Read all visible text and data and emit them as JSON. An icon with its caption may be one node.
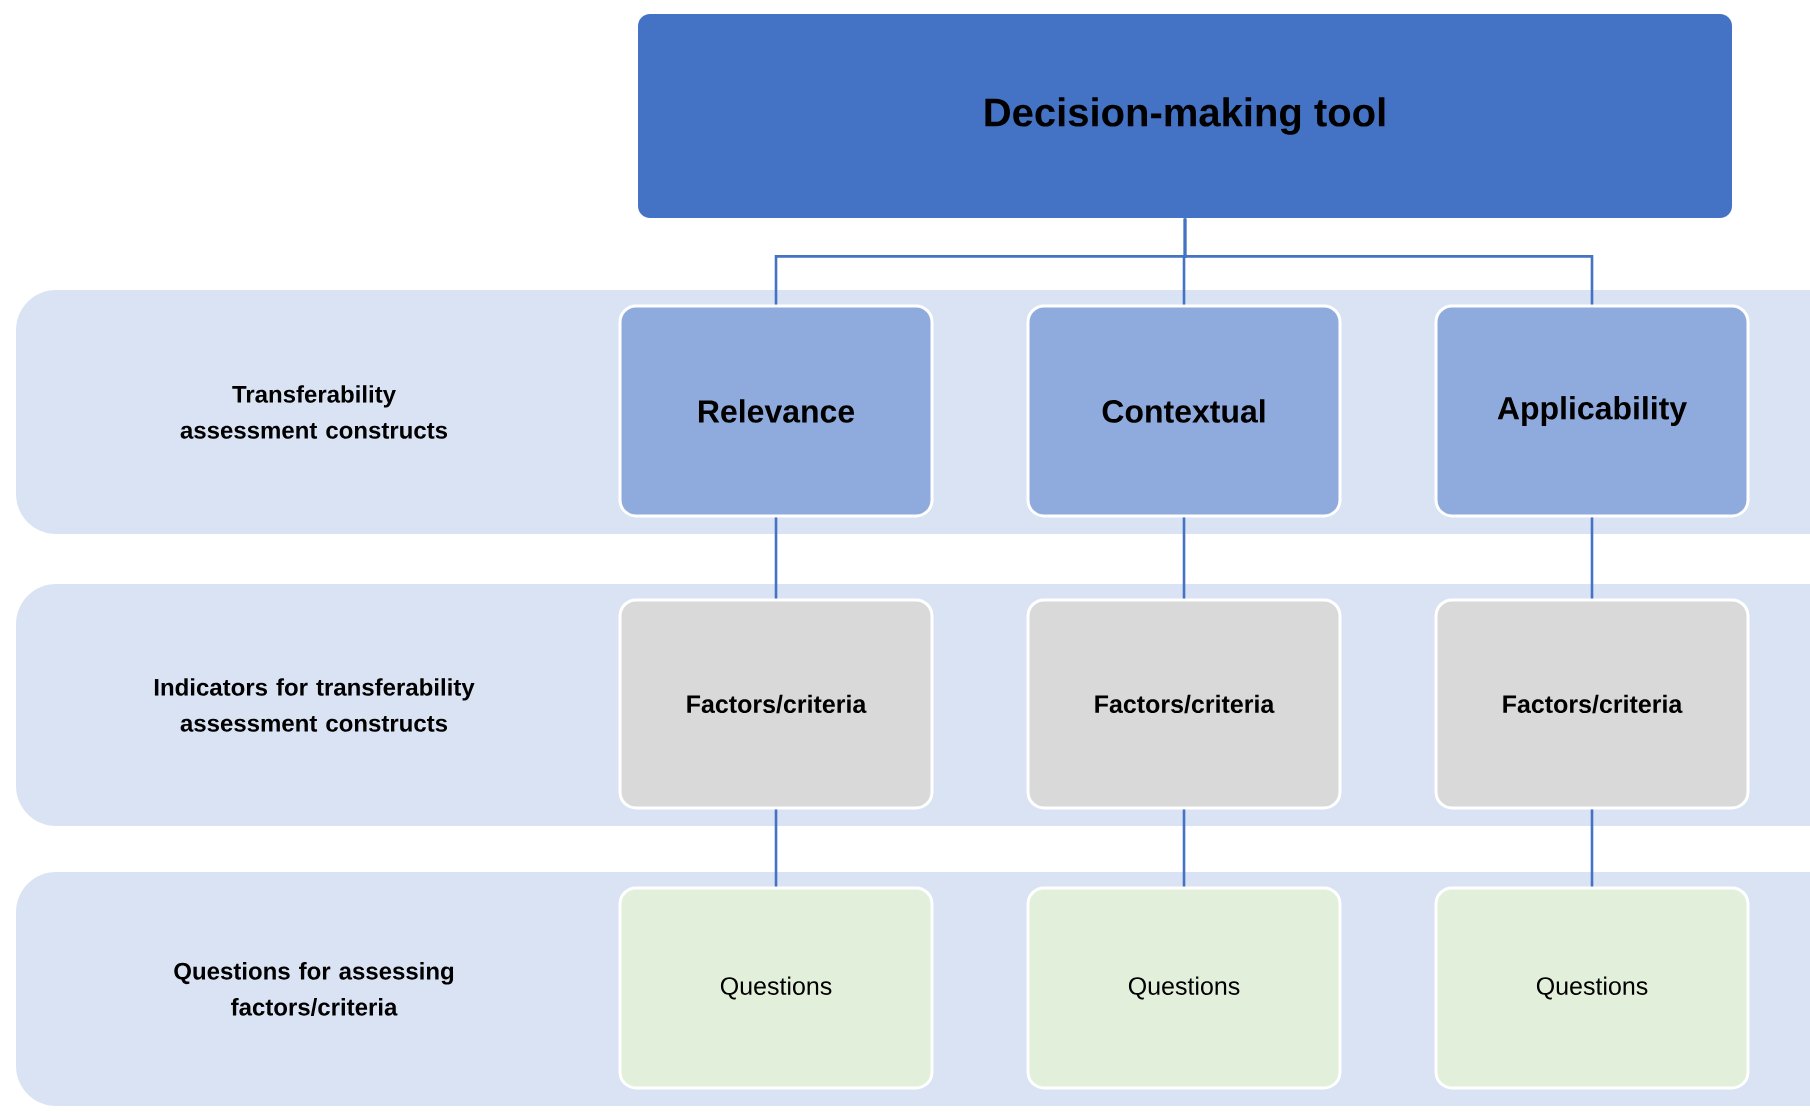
{
  "diagram": {
    "nodes": [
      {
        "text": [
          "Decision-making tool"
        ]
      },
      {
        "text": [
          "Transferability assessment constructs"
        ]
      },
      {
        "text": [
          "Relevance"
        ],
        "in": 1
      },
      {
        "text": [
          "Contextual"
        ],
        "in": 1
      },
      {
        "text": [
          "Applicability"
        ],
        "in": 1
      },
      {
        "text": [
          "Indicators for transferability assessment constructs"
        ]
      },
      {
        "text": [
          "Factors/criteria"
        ],
        "in": 5
      },
      {
        "text": [
          "Factors/criteria"
        ],
        "in": 5
      },
      {
        "text": [
          "Factors/criteria"
        ],
        "in": 5
      },
      {
        "text": [
          "Questions for assessing factors/criteria"
        ]
      },
      {
        "text": [
          "Questions"
        ],
        "in": 9
      },
      {
        "text": [
          "Questions"
        ],
        "in": 9
      },
      {
        "text": [
          "Questions"
        ],
        "in": 9
      }
    ],
    "edges": [
      {
        "from": 0,
        "to": 2,
        "arrow": "none"
      },
      {
        "from": 0,
        "to": 3,
        "arrow": "none"
      },
      {
        "from": 0,
        "to": 4,
        "arrow": "none"
      },
      {
        "from": 2,
        "to": 6,
        "arrow": "none"
      },
      {
        "from": 3,
        "to": 7,
        "arrow": "none"
      },
      {
        "from": 4,
        "to": 8,
        "arrow": "none"
      },
      {
        "from": 6,
        "to": 10,
        "arrow": "none"
      },
      {
        "from": 7,
        "to": 11,
        "arrow": "none"
      },
      {
        "from": 8,
        "to": 12,
        "arrow": "none"
      }
    ]
  }
}
